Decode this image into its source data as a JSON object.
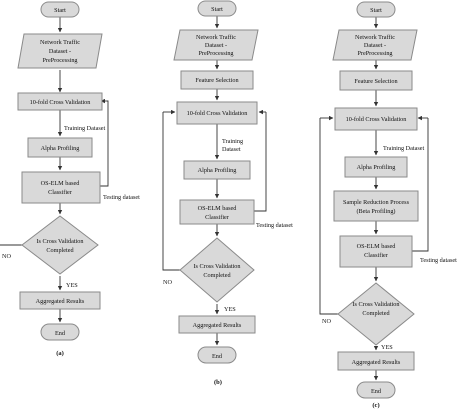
{
  "flowcharts": [
    {
      "id": "a",
      "caption": "(a)",
      "start": "Start",
      "dataset": [
        "Network Traffic",
        "Dataset -",
        "PreProcessing"
      ],
      "cross_validation": "10-fold Cross Validation",
      "training_dataset": "Training Dataset",
      "alpha_profiling": "Alpha Profiling",
      "classifier": [
        "OS-ELM based",
        "Classifier"
      ],
      "testing_dataset": "Testing dataset",
      "decision": [
        "Is Cross Validation",
        "Completed"
      ],
      "no": "NO",
      "yes": "YES",
      "aggregated": "Aggregated Results",
      "end": "End"
    },
    {
      "id": "b",
      "caption": "(b)",
      "start": "Start",
      "dataset": [
        "Network Traffic",
        "Dataset -",
        "PreProcessing"
      ],
      "feature_selection": "Feature Selection",
      "cross_validation": "10-fold Cross Validation",
      "training_dataset": [
        "Training",
        "Dataset"
      ],
      "alpha_profiling": "Alpha Profiling",
      "classifier": [
        "OS-ELM based",
        "Classifier"
      ],
      "testing_dataset": "Testing dataset",
      "decision": [
        "Is Cross Validation",
        "Completed"
      ],
      "no": "NO",
      "yes": "YES",
      "aggregated": "Aggregated Results",
      "end": "End"
    },
    {
      "id": "c",
      "caption": "(c)",
      "start": "Start",
      "dataset": [
        "Network Traffic",
        "Dataset -",
        "PreProcessing"
      ],
      "feature_selection": "Feature Selection",
      "cross_validation": "10-fold Cross Validation",
      "training_dataset": "Training Dataset",
      "alpha_profiling": "Alpha Profiling",
      "sample_reduction": [
        "Sample Reduction Process",
        "(Beta Profiling)"
      ],
      "classifier": [
        "OS-ELM based",
        "Classifier"
      ],
      "testing_dataset": "Testing dataset",
      "decision": [
        "Is Cross Validation",
        "Completed"
      ],
      "no": "NO",
      "yes": "YES",
      "aggregated": "Aggregated Results",
      "end": "End"
    }
  ]
}
